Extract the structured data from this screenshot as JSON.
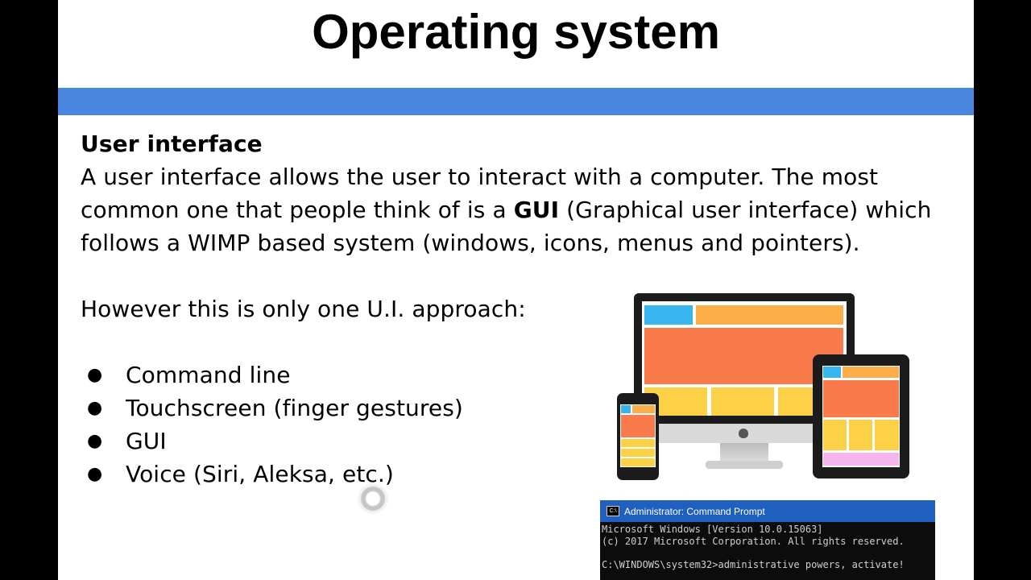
{
  "slide": {
    "title": "Operating system",
    "heading": "User interface",
    "paragraph": {
      "part1": "A user interface allows the user to interact with a computer. The most common one that people think of is a ",
      "bold": "GUI",
      "part2": " (Graphical user interface) which follows a WIMP based system (windows, icons, menus and pointers)."
    },
    "approach_text": "However this is only one U.I. approach:",
    "bullets": [
      "Command line",
      "Touchscreen (finger gestures)",
      "GUI",
      "Voice (Siri, Aleksa, etc.)"
    ]
  },
  "command_prompt": {
    "title": "Administrator: Command Prompt",
    "line1": "Microsoft Windows [Version 10.0.15063]",
    "line2": "(c) 2017 Microsoft Corporation. All rights reserved.",
    "line3": "",
    "line4": "C:\\WINDOWS\\system32>administrative powers, activate!"
  },
  "colors": {
    "accent_bar": "#4a86e0",
    "cmd_titlebar": "#1f5fbf"
  },
  "icons": {
    "devices": "responsive-devices-illustration",
    "apple_logo": "apple-logo-icon",
    "cmd": "command-prompt-icon"
  }
}
